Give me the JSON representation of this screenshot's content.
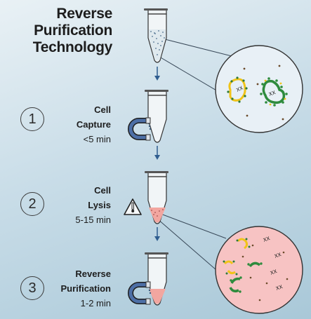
{
  "title": {
    "line1": "Reverse",
    "line2": "Purification",
    "line3": "Technology"
  },
  "steps": [
    {
      "number": "1",
      "label_line1": "Cell",
      "label_line2": "Capture",
      "duration": "<5 min"
    },
    {
      "number": "2",
      "label_line1": "Cell",
      "label_line2": "Lysis",
      "duration": "5-15 min"
    },
    {
      "number": "3",
      "label_line1": "Reverse",
      "label_line2": "Purification",
      "duration": "1-2 min"
    }
  ],
  "icons": {
    "warning": "warning-thermometer-icon",
    "magnet": "horseshoe-magnet-icon",
    "arrow": "down-arrow-icon",
    "tube": "microcentrifuge-tube-icon"
  },
  "colors": {
    "arrow": "#2f5d8f",
    "lysate_fill": "#f2a6a0",
    "zoom_pink": "#f7c3c3",
    "cell_green": "#2e8b3d",
    "cell_yellow": "#f0c419",
    "magnet_blue": "#4d6fa6"
  }
}
